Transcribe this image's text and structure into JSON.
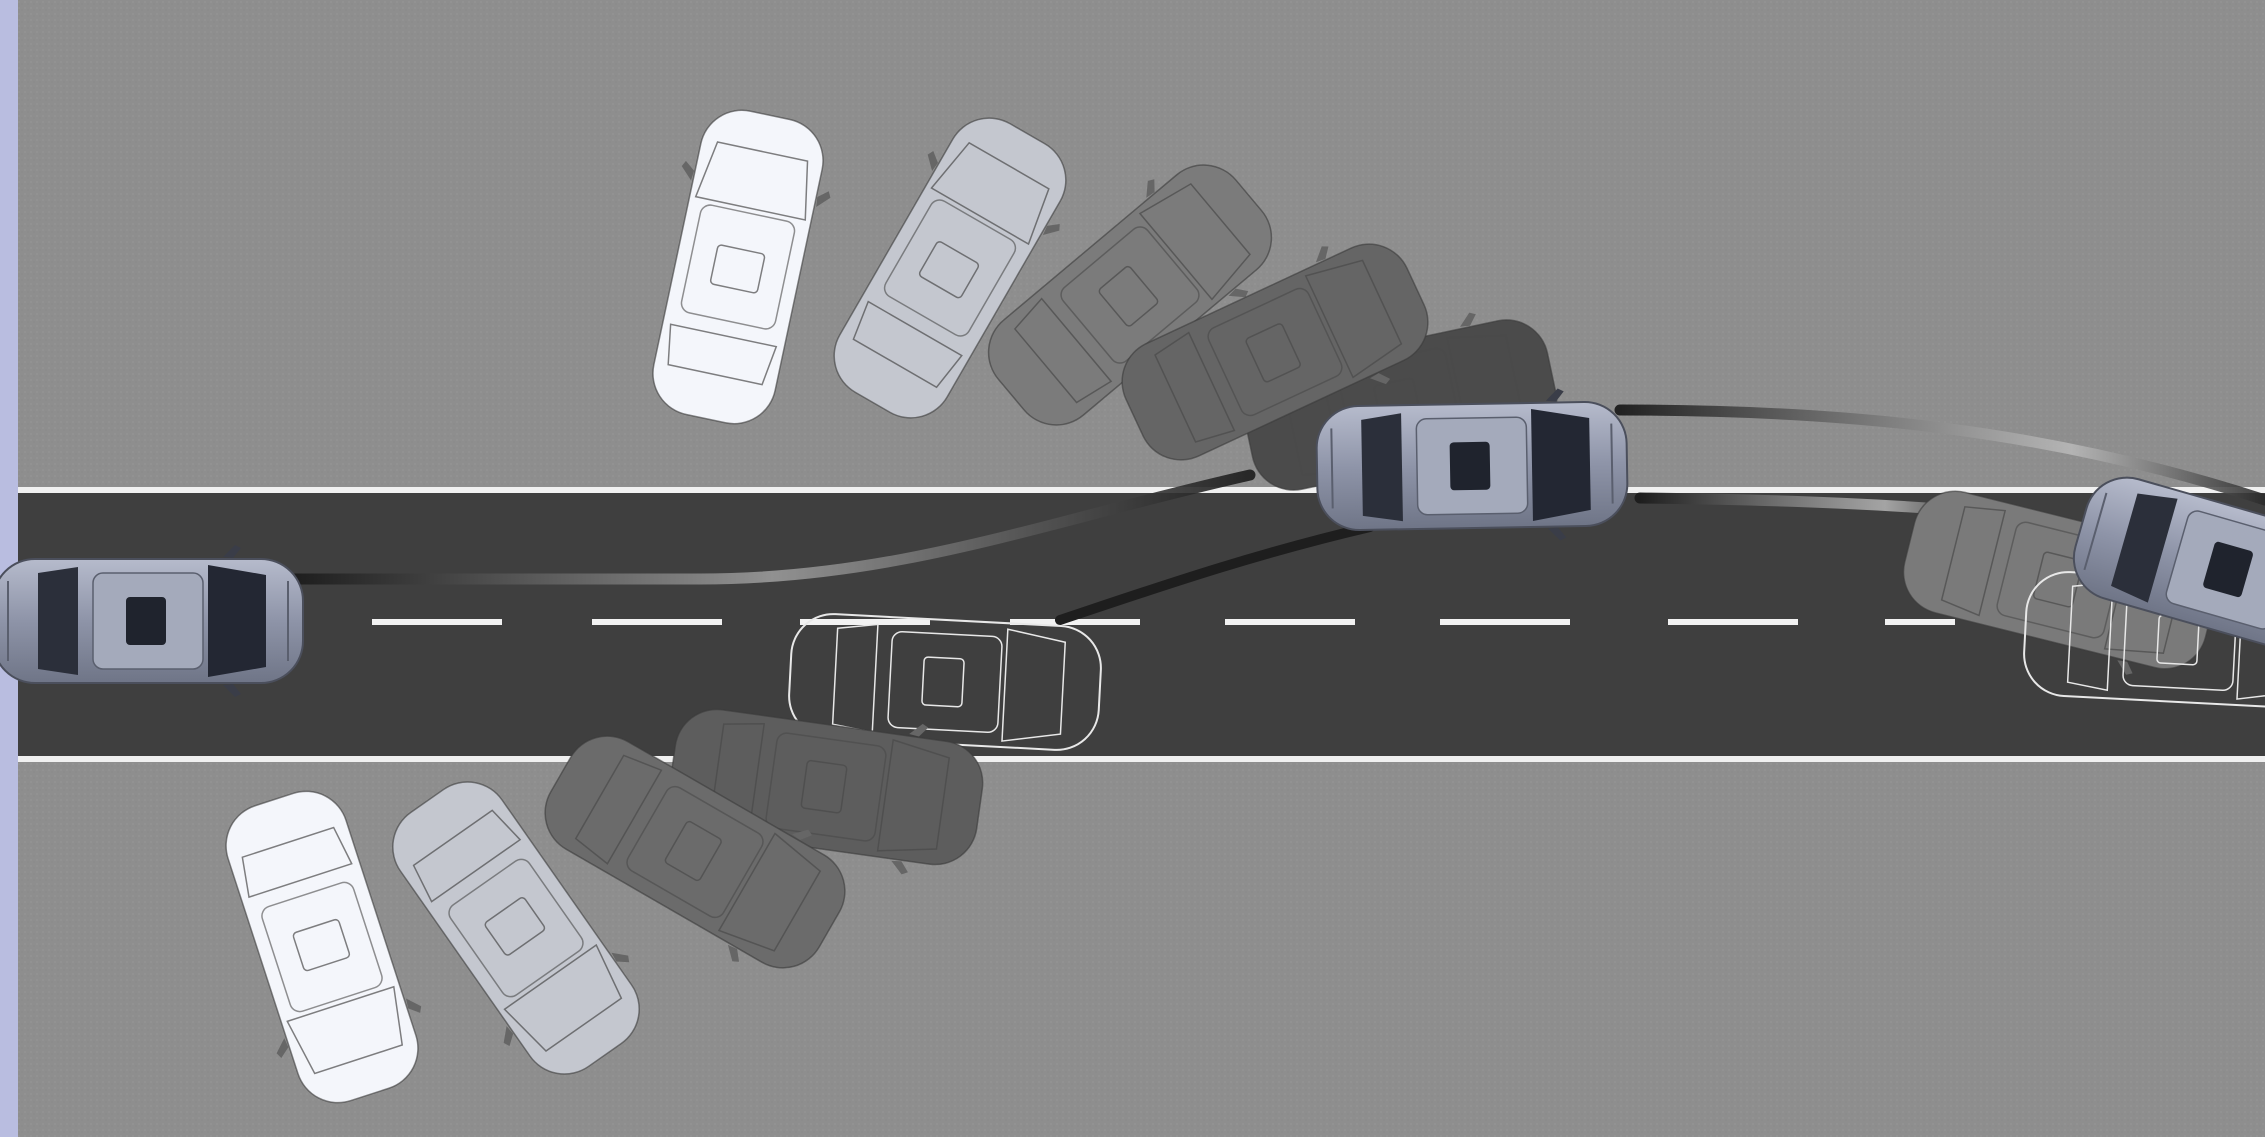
{
  "scene": {
    "description_free": true,
    "colors": {
      "page_edge": "#b9bde0",
      "ground": "#8d8d8d",
      "road": "#3d3d3d",
      "lane_line": "#f2f2f2",
      "car_active": "#9aa0b2",
      "car_ghost_light": "#f4f6fb",
      "car_ghost_mid": "#c7cad3",
      "car_ghost_dark": "#5c5c5c",
      "car_outline": "#e6e6e6",
      "skid_mark": "#1c1c1c"
    }
  },
  "cars": [
    {
      "id": "car-start",
      "kind": "active"
    },
    {
      "id": "car-upper-ghost-1",
      "kind": "ghost-light"
    },
    {
      "id": "car-upper-ghost-2",
      "kind": "ghost-mid"
    },
    {
      "id": "car-upper-ghost-3",
      "kind": "ghost-dark"
    },
    {
      "id": "car-upper-ghost-4",
      "kind": "ghost-dark"
    },
    {
      "id": "car-upper-ghost-5",
      "kind": "ghost-darker"
    },
    {
      "id": "car-corrected",
      "kind": "active"
    },
    {
      "id": "car-lower-outline",
      "kind": "outline"
    },
    {
      "id": "car-lower-ghost-1",
      "kind": "ghost-dark"
    },
    {
      "id": "car-lower-ghost-2",
      "kind": "ghost-dark"
    },
    {
      "id": "car-lower-ghost-3",
      "kind": "ghost-mid"
    },
    {
      "id": "car-lower-ghost-4",
      "kind": "ghost-light"
    },
    {
      "id": "car-end",
      "kind": "active"
    },
    {
      "id": "car-end-ghost",
      "kind": "ghost-dark"
    },
    {
      "id": "car-end-outline",
      "kind": "outline"
    }
  ]
}
